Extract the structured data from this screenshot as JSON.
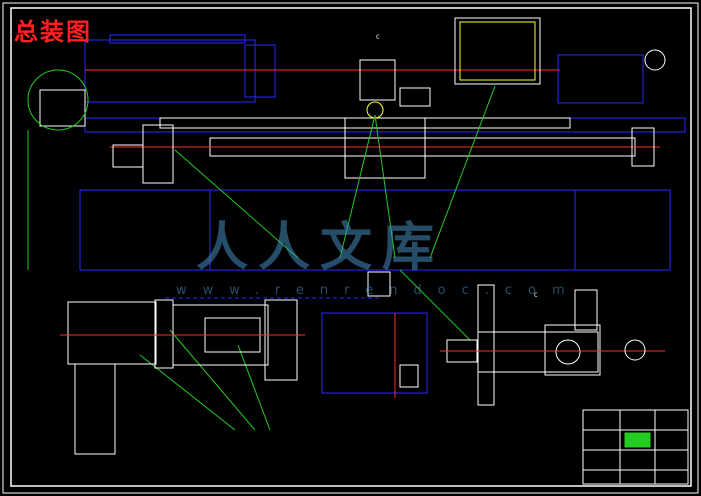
{
  "drawing": {
    "title": "总装图",
    "colors": {
      "background": "#000000",
      "blue": "#2a2aff",
      "red": "#ff2a2a",
      "green": "#22cc22",
      "white": "#ffffff",
      "yellow": "#ffff33",
      "magenta": "#ff33ff"
    }
  },
  "watermark": {
    "text": "人人文库",
    "url": "www.renrendoc.com"
  },
  "labels": {
    "motor_tag": "C",
    "section_tag": "C"
  }
}
